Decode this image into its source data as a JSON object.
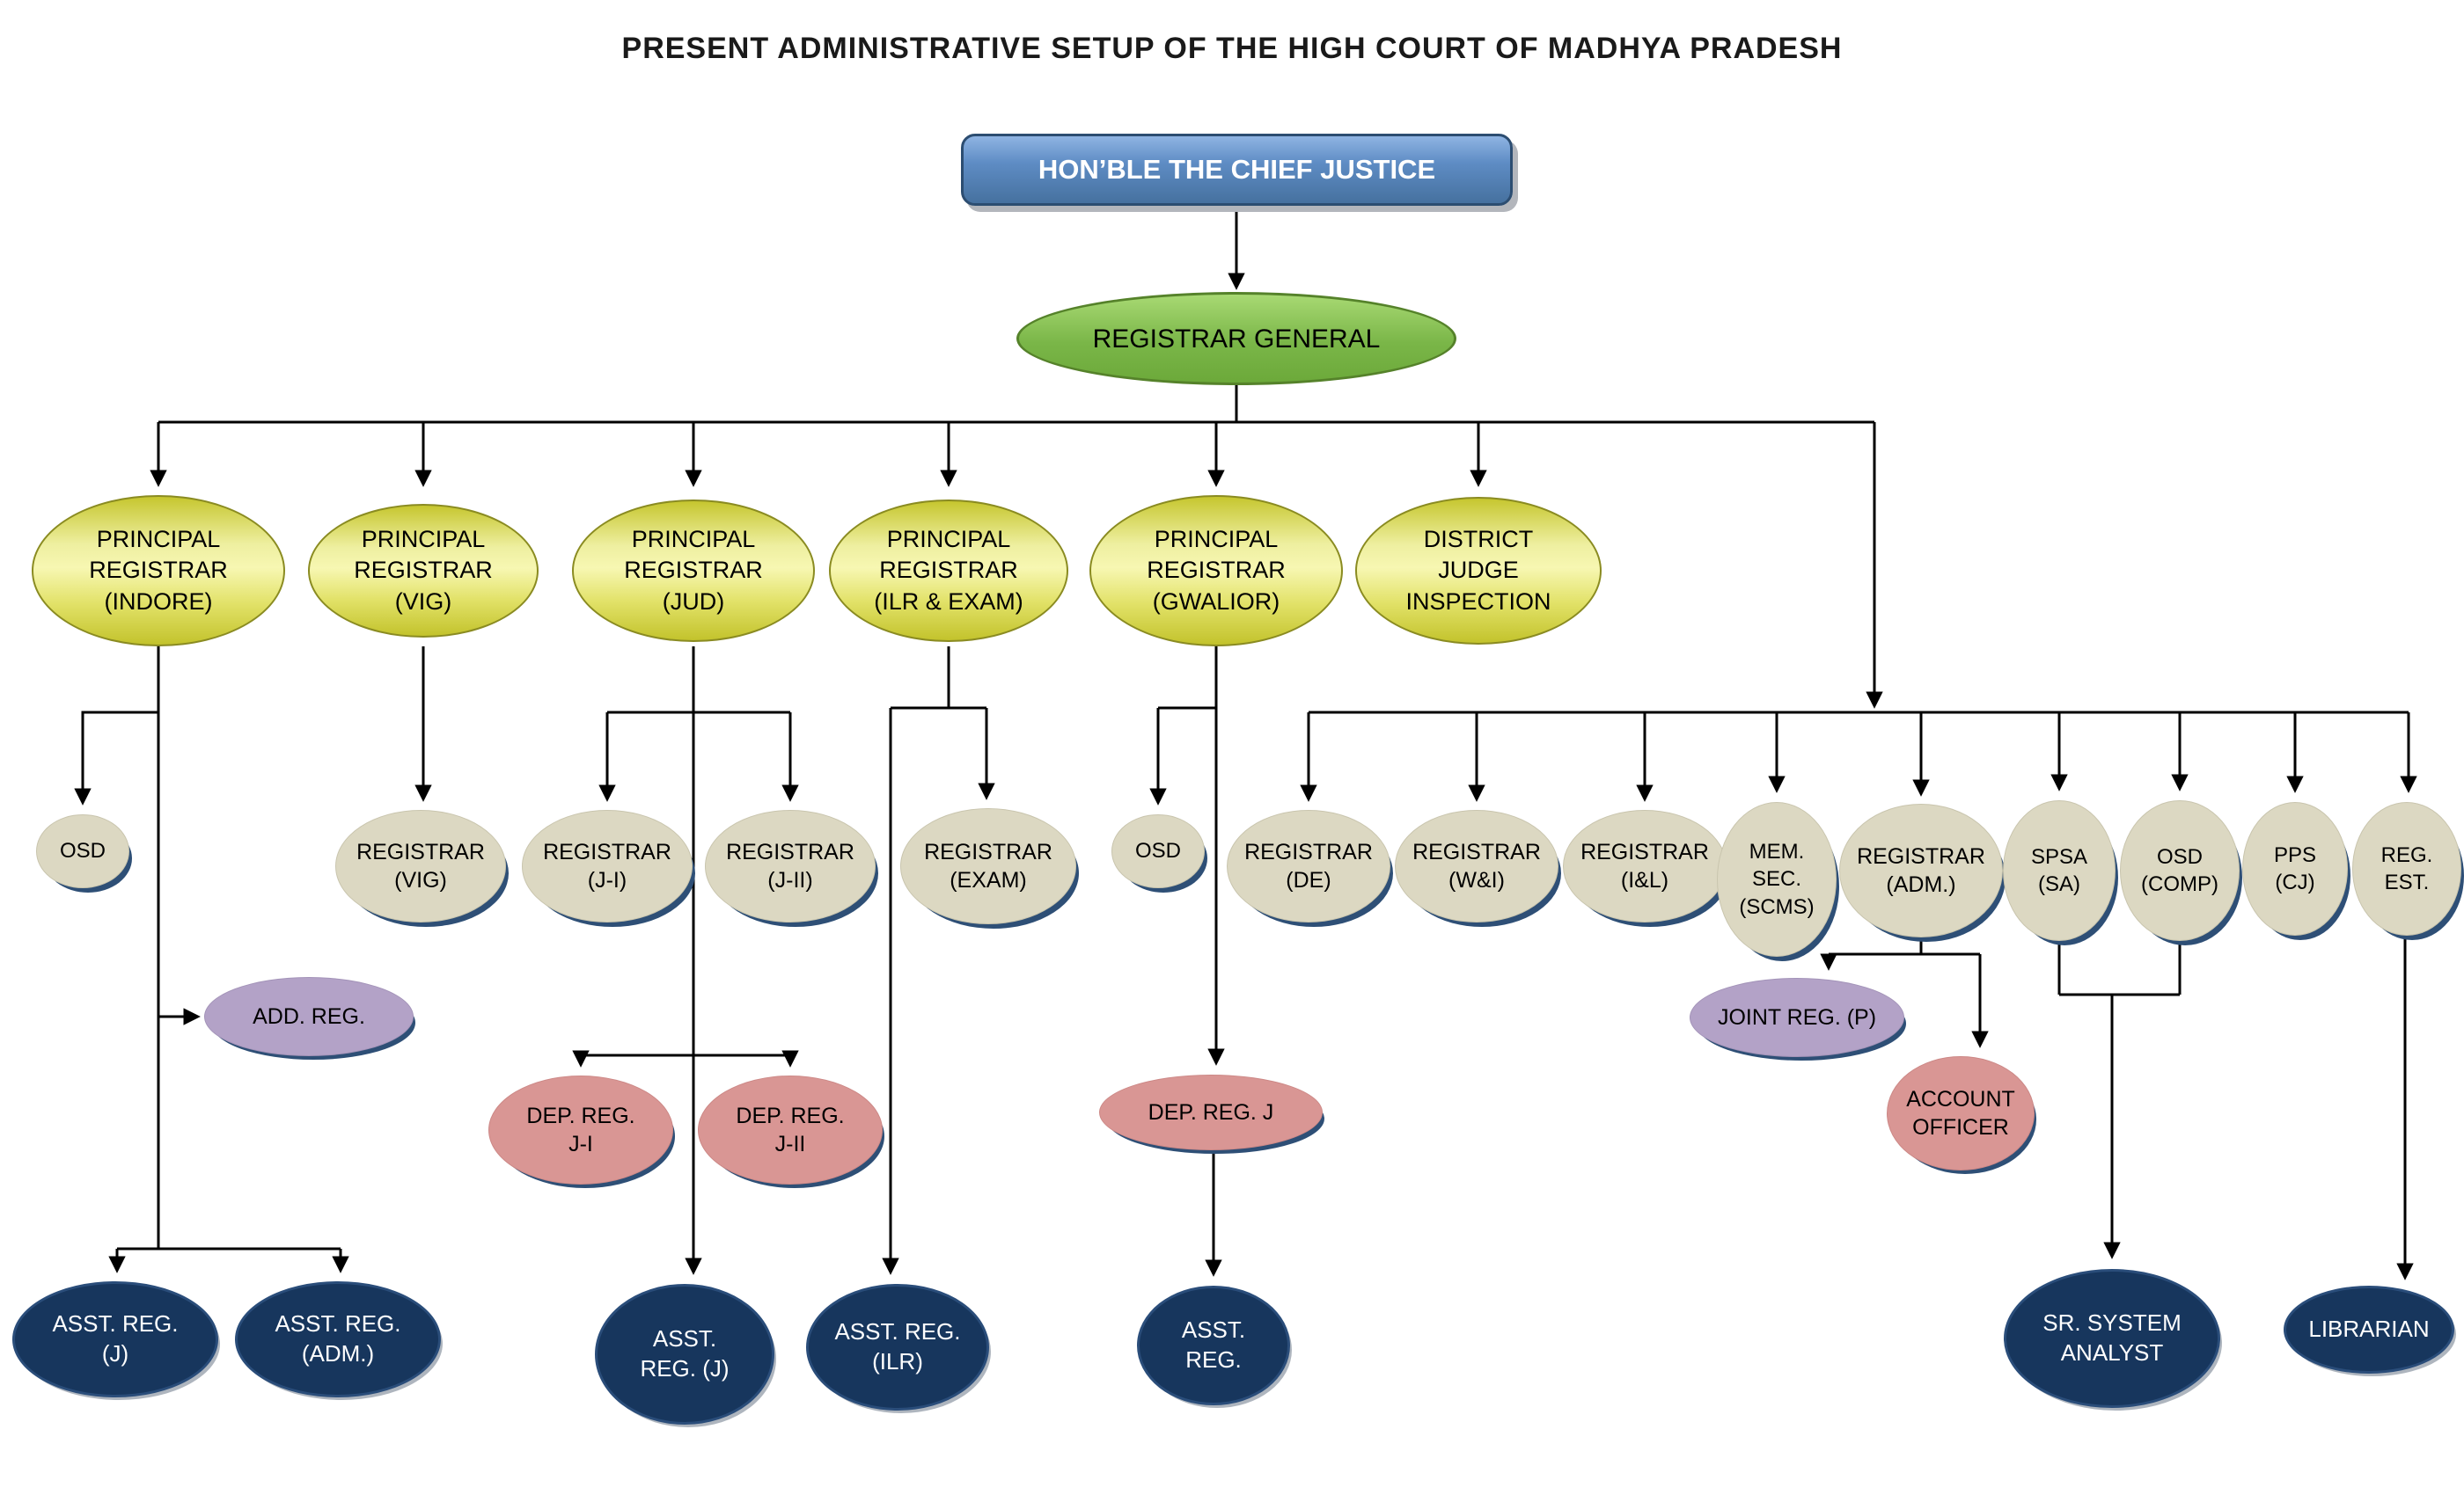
{
  "title": "PRESENT ADMINISTRATIVE SETUP OF THE HIGH COURT OF MADHYA PRADESH",
  "colors": {
    "chief_justice_blue": "#4f81bd",
    "registrar_general_green": "#76b041",
    "principal_registrar_yellow": "#e8e874",
    "registrar_beige": "#dcd8c2",
    "addl_purple": "#b3a2c7",
    "deputy_pink": "#d99694",
    "assistant_navy": "#17365d",
    "connector_black": "#000000"
  },
  "nodes": {
    "cj": {
      "label": "HON’BLE THE CHIEF JUSTICE"
    },
    "rg": {
      "label": "REGISTRAR GENERAL"
    },
    "pr_indore": {
      "label": "PRINCIPAL\nREGISTRAR\n(INDORE)"
    },
    "pr_vig": {
      "label": "PRINCIPAL\nREGISTRAR\n(VIG)"
    },
    "pr_jud": {
      "label": "PRINCIPAL\nREGISTRAR\n(JUD)"
    },
    "pr_ilr_exam": {
      "label": "PRINCIPAL\nREGISTRAR\n(ILR & EXAM)"
    },
    "pr_gwalior": {
      "label": "PRINCIPAL\nREGISTRAR\n(GWALIOR)"
    },
    "dj_inspection": {
      "label": "DISTRICT\nJUDGE\nINSPECTION"
    },
    "osd_indore": {
      "label": "OSD"
    },
    "reg_vig": {
      "label": "REGISTRAR\n(VIG)"
    },
    "reg_j1": {
      "label": "REGISTRAR\n(J-I)"
    },
    "reg_j2": {
      "label": "REGISTRAR\n(J-II)"
    },
    "reg_exam": {
      "label": "REGISTRAR\n(EXAM)"
    },
    "osd_gwalior": {
      "label": "OSD"
    },
    "reg_de": {
      "label": "REGISTRAR\n(DE)"
    },
    "reg_wi": {
      "label": "REGISTRAR\n(W&I)"
    },
    "reg_il": {
      "label": "REGISTRAR\n(I&L)"
    },
    "mem_sec_scms": {
      "label": "MEM.\nSEC.\n(SCMS)"
    },
    "reg_adm": {
      "label": "REGISTRAR\n(ADM.)"
    },
    "spsa_sa": {
      "label": "SPSA\n(SA)"
    },
    "osd_comp": {
      "label": "OSD\n(COMP)"
    },
    "pps_cj": {
      "label": "PPS\n(CJ)"
    },
    "reg_est": {
      "label": "REG.\nEST."
    },
    "add_reg": {
      "label": "ADD. REG."
    },
    "dep_reg_j1": {
      "label": "DEP. REG.\nJ-I"
    },
    "dep_reg_j2": {
      "label": "DEP. REG.\nJ-II"
    },
    "dep_reg_j": {
      "label": "DEP. REG. J"
    },
    "joint_reg_p": {
      "label": "JOINT REG. (P)"
    },
    "account_officer": {
      "label": "ACCOUNT\nOFFICER"
    },
    "asst_reg_j_ind": {
      "label": "ASST. REG.\n(J)"
    },
    "asst_reg_adm": {
      "label": "ASST. REG.\n(ADM.)"
    },
    "asst_reg_j_jud": {
      "label": "ASST.\nREG. (J)"
    },
    "asst_reg_ilr": {
      "label": "ASST. REG.\n(ILR)"
    },
    "asst_reg_gwl": {
      "label": "ASST.\nREG."
    },
    "sr_sys_analyst": {
      "label": "SR. SYSTEM\nANALYST"
    },
    "librarian": {
      "label": "LIBRARIAN"
    }
  },
  "edges": [
    [
      "cj",
      "rg"
    ],
    [
      "rg",
      "pr_indore"
    ],
    [
      "rg",
      "pr_vig"
    ],
    [
      "rg",
      "pr_jud"
    ],
    [
      "rg",
      "pr_ilr_exam"
    ],
    [
      "rg",
      "pr_gwalior"
    ],
    [
      "rg",
      "dj_inspection"
    ],
    [
      "rg",
      "reg_de"
    ],
    [
      "rg",
      "reg_wi"
    ],
    [
      "rg",
      "reg_il"
    ],
    [
      "rg",
      "mem_sec_scms"
    ],
    [
      "rg",
      "reg_adm"
    ],
    [
      "rg",
      "spsa_sa"
    ],
    [
      "rg",
      "osd_comp"
    ],
    [
      "rg",
      "pps_cj"
    ],
    [
      "rg",
      "reg_est"
    ],
    [
      "pr_indore",
      "osd_indore"
    ],
    [
      "pr_indore",
      "add_reg"
    ],
    [
      "pr_indore",
      "asst_reg_j_ind"
    ],
    [
      "pr_indore",
      "asst_reg_adm"
    ],
    [
      "pr_vig",
      "reg_vig"
    ],
    [
      "pr_jud",
      "reg_j1"
    ],
    [
      "pr_jud",
      "reg_j2"
    ],
    [
      "pr_jud",
      "dep_reg_j1"
    ],
    [
      "pr_jud",
      "dep_reg_j2"
    ],
    [
      "pr_jud",
      "asst_reg_j_jud"
    ],
    [
      "pr_ilr_exam",
      "reg_exam"
    ],
    [
      "pr_ilr_exam",
      "asst_reg_ilr"
    ],
    [
      "pr_gwalior",
      "osd_gwalior"
    ],
    [
      "pr_gwalior",
      "dep_reg_j"
    ],
    [
      "dep_reg_j",
      "asst_reg_gwl"
    ],
    [
      "reg_adm",
      "joint_reg_p"
    ],
    [
      "reg_adm",
      "account_officer"
    ],
    [
      "spsa_sa",
      "sr_sys_analyst"
    ],
    [
      "osd_comp",
      "sr_sys_analyst"
    ],
    [
      "reg_est",
      "librarian"
    ]
  ]
}
